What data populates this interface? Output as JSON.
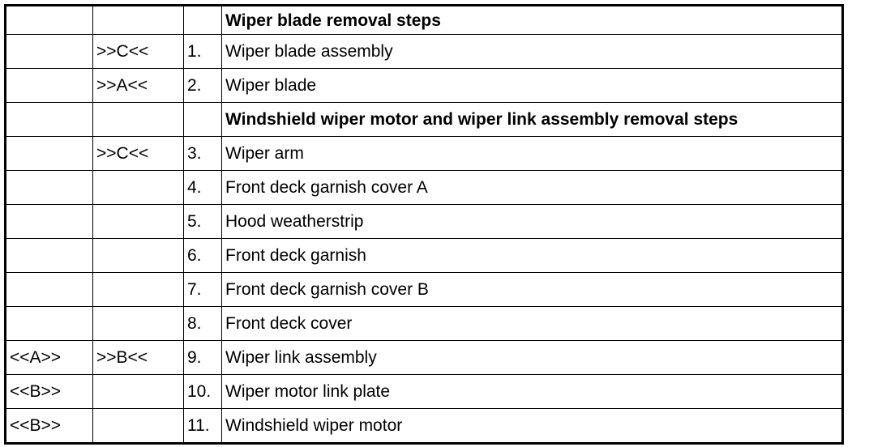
{
  "table": {
    "rows": [
      {
        "col1": "",
        "col2": "",
        "num": "",
        "text": "Wiper blade removal steps",
        "heading": true
      },
      {
        "col1": "",
        "col2": ">>C<<",
        "num": "1.",
        "text": "Wiper blade assembly",
        "heading": false
      },
      {
        "col1": "",
        "col2": ">>A<<",
        "num": "2.",
        "text": "Wiper blade",
        "heading": false
      },
      {
        "col1": "",
        "col2": "",
        "num": "",
        "text": "Windshield wiper motor and wiper link assembly removal steps",
        "heading": true
      },
      {
        "col1": "",
        "col2": ">>C<<",
        "num": "3.",
        "text": "Wiper arm",
        "heading": false
      },
      {
        "col1": "",
        "col2": "",
        "num": "4.",
        "text": "Front deck garnish cover A",
        "heading": false
      },
      {
        "col1": "",
        "col2": "",
        "num": "5.",
        "text": "Hood weatherstrip",
        "heading": false
      },
      {
        "col1": "",
        "col2": "",
        "num": "6.",
        "text": "Front deck garnish",
        "heading": false
      },
      {
        "col1": "",
        "col2": "",
        "num": "7.",
        "text": "Front deck garnish cover B",
        "heading": false
      },
      {
        "col1": "",
        "col2": "",
        "num": "8.",
        "text": "Front deck cover",
        "heading": false
      },
      {
        "col1": "<<A>>",
        "col2": ">>B<<",
        "num": "9.",
        "text": "Wiper link assembly",
        "heading": false
      },
      {
        "col1": "<<B>>",
        "col2": "",
        "num": "10.",
        "text": "Wiper motor link plate",
        "heading": false
      },
      {
        "col1": "<<B>>",
        "col2": "",
        "num": "11.",
        "text": "Windshield wiper motor",
        "heading": false
      }
    ]
  }
}
